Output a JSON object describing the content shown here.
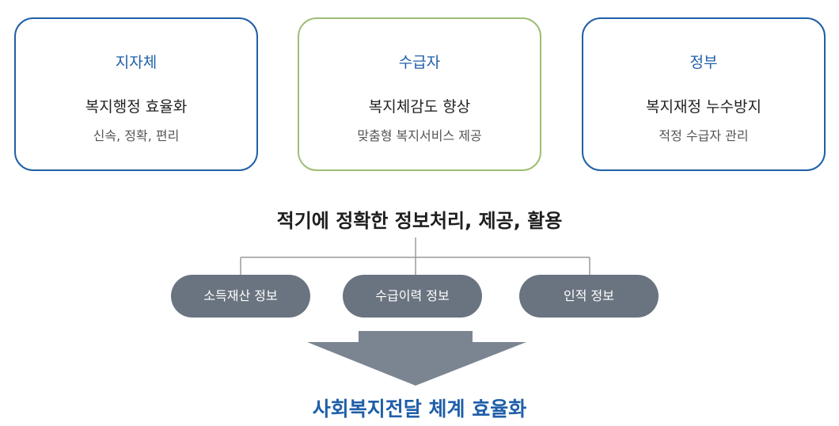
{
  "cards": [
    {
      "title": "지자체",
      "main": "복지행정 효율화",
      "sub": "신속, 정확, 편리",
      "border_color": "#1f5fa8"
    },
    {
      "title": "수급자",
      "main": "복지체감도 향상",
      "sub": "맞춤형 복지서비스 제공",
      "border_color": "#9ebd74"
    },
    {
      "title": "정부",
      "main": "복지재정 누수방지",
      "sub": "적정 수급자 관리",
      "border_color": "#1f5fa8"
    }
  ],
  "headline": "적기에 정확한 정보처리, 제공, 활용",
  "info_items": [
    "소득재산 정보",
    "수급이력 정보",
    "인적 정보"
  ],
  "outcome": "사회복지전달 체계 효율화",
  "colors": {
    "accent_blue": "#1f5fa8",
    "accent_green": "#9ebd74",
    "pill_gray": "#6a7480",
    "arrow_gray": "#7b8591"
  }
}
